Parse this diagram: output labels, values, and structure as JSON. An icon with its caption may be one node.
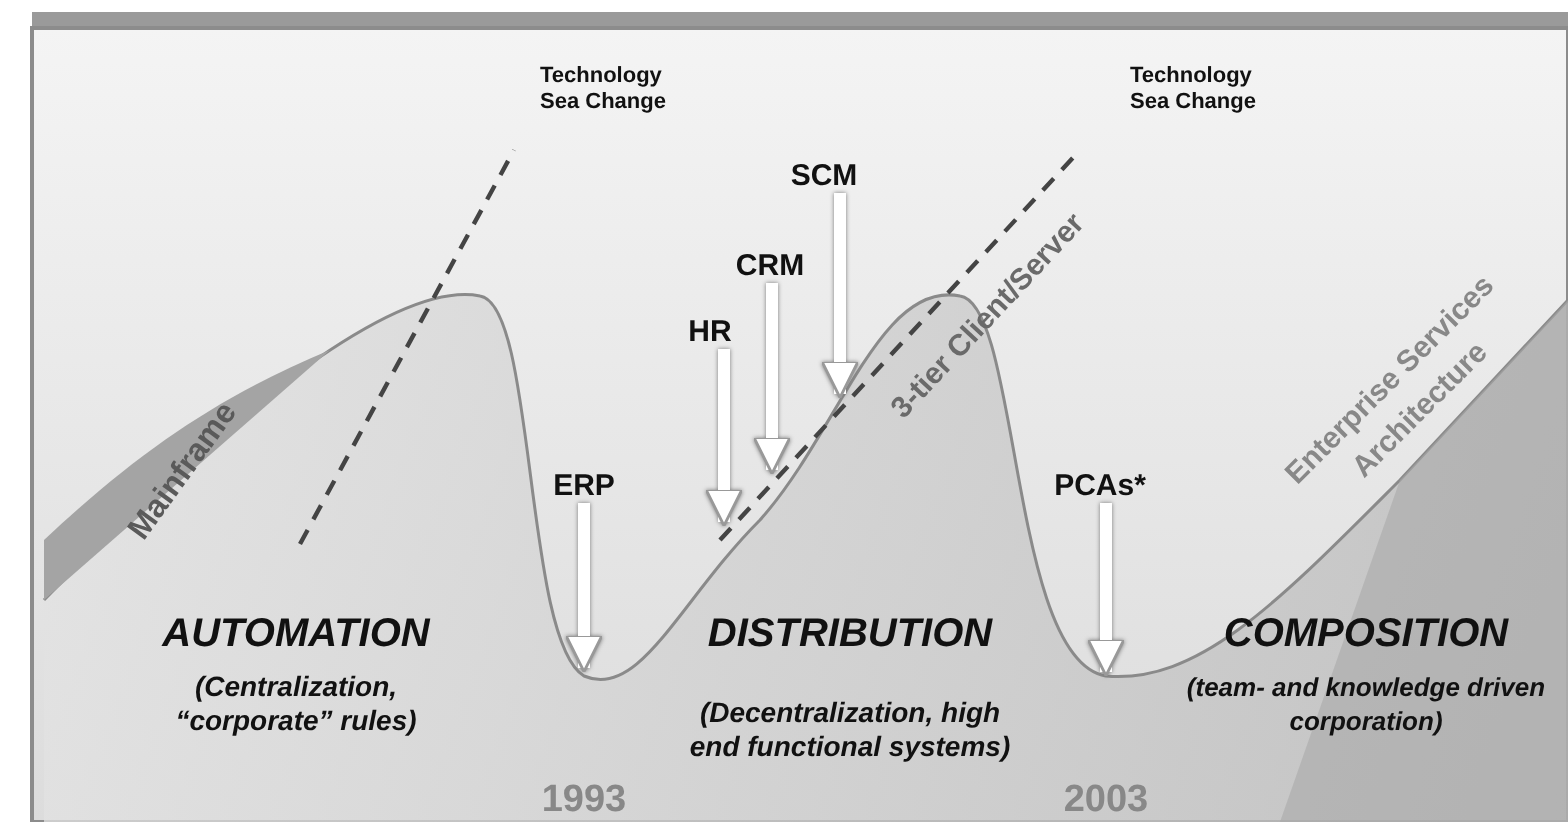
{
  "diagram": {
    "nodes": [
      {
        "text": [
          "ERP"
        ]
      },
      {
        "text": [
          "HR"
        ]
      },
      {
        "text": [
          "CRM"
        ]
      },
      {
        "text": [
          "SCM"
        ]
      },
      {
        "text": [
          "PCAs*"
        ]
      }
    ],
    "edges": [
      {
        "from": 0,
        "to": null,
        "arrow": "to"
      },
      {
        "from": 1,
        "to": null,
        "arrow": "to"
      },
      {
        "from": 2,
        "to": null,
        "arrow": "to"
      },
      {
        "from": 3,
        "to": null,
        "arrow": "to"
      },
      {
        "from": 4,
        "to": null,
        "arrow": "to"
      }
    ],
    "labels": [
      "Technology Sea Change",
      "Technology Sea Change",
      "Mainframe",
      "3-tier Client/Server",
      "Enterprise Services",
      "Architecture",
      "AUTOMATION",
      "(Centralization, “corporate” rules)",
      "DISTRIBUTION",
      "(Decentralization, high end functional systems)",
      "COMPOSITION",
      "(team- and knowledge driven corporation)",
      "1993",
      "2003"
    ]
  }
}
